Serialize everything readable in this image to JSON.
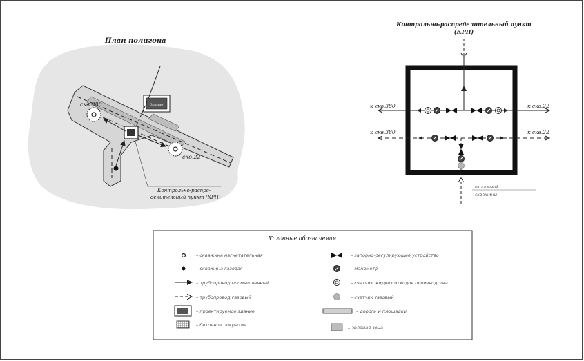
{
  "plan": {
    "title": "План полигона",
    "well_380": "скв.380",
    "well_22": "скв.22",
    "building_label": "Здание",
    "krp_label_line1": "Контрольно-распре-",
    "krp_label_line2": "делительный пункт (КРП)"
  },
  "scheme": {
    "title_line1": "Контрольно-распределительный пункт",
    "title_line2": "(КРП)",
    "to_380_top": "к скв.380",
    "to_22_top": "к скв.22",
    "to_380_bottom": "к скв.380",
    "to_22_bottom": "к скв.22",
    "from_gas_well_line1": "от газовой",
    "from_gas_well_line2": "скважины"
  },
  "legend": {
    "title": "Условные обозначения",
    "items": [
      {
        "label": "– скважина нагнетательная",
        "icon": "injection-well-icon"
      },
      {
        "label": "– скважина газовая",
        "icon": "gas-well-icon"
      },
      {
        "label": "– трубопровод промышленный",
        "icon": "industrial-pipeline-icon"
      },
      {
        "label": "– трубопровод газовый",
        "icon": "gas-pipeline-icon"
      },
      {
        "label": "– проектируемое здание",
        "icon": "planned-building-icon"
      },
      {
        "label": "– бетонное покрытие",
        "icon": "concrete-cover-icon"
      },
      {
        "label": "– запорно-регулирующее устройство",
        "icon": "shutoff-valve-icon"
      },
      {
        "label": "– манометр",
        "icon": "manometer-icon"
      },
      {
        "label": "– счетчик жидких отходов производства",
        "icon": "liquid-waste-meter-icon"
      },
      {
        "label": "– счетчик газовый",
        "icon": "gas-meter-icon"
      },
      {
        "label": "– дороги и площадки",
        "icon": "roads-icon"
      },
      {
        "label": "– зеленая зона",
        "icon": "green-zone-icon"
      }
    ]
  },
  "colors": {
    "terrain": "#e6e6e6",
    "road": "#d0d0d0",
    "green": "#c4c4c4",
    "line": "#222222"
  }
}
